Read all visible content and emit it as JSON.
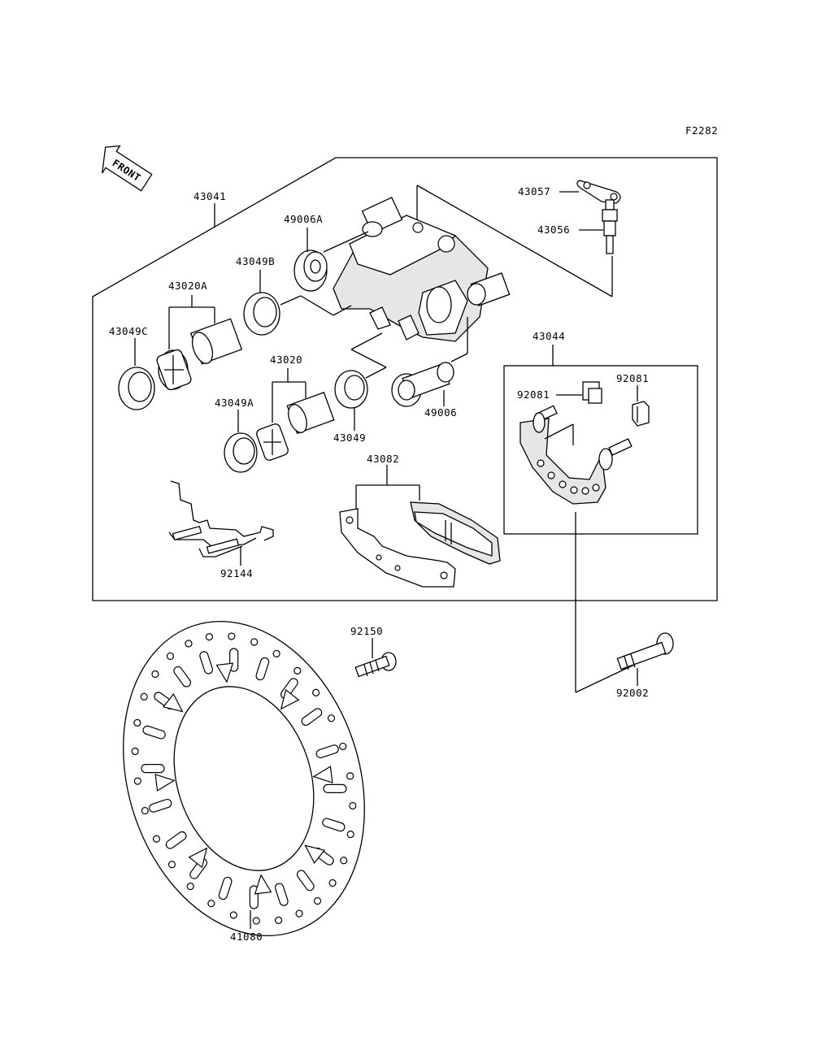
{
  "figure_code": "F2282",
  "front_arrow_text": "FRONT",
  "labels": {
    "p43041": "43041",
    "p49006A": "49006A",
    "p43049B": "43049B",
    "p43020A": "43020A",
    "p43049C": "43049C",
    "p43020": "43020",
    "p43049A": "43049A",
    "p43049": "43049",
    "p49006": "49006",
    "p43057": "43057",
    "p43056": "43056",
    "p43044": "43044",
    "p92081": "92081",
    "p92081b": "92081",
    "p43082": "43082",
    "p92144": "92144",
    "p92150": "92150",
    "p92002": "92002",
    "p41080": "41080"
  }
}
